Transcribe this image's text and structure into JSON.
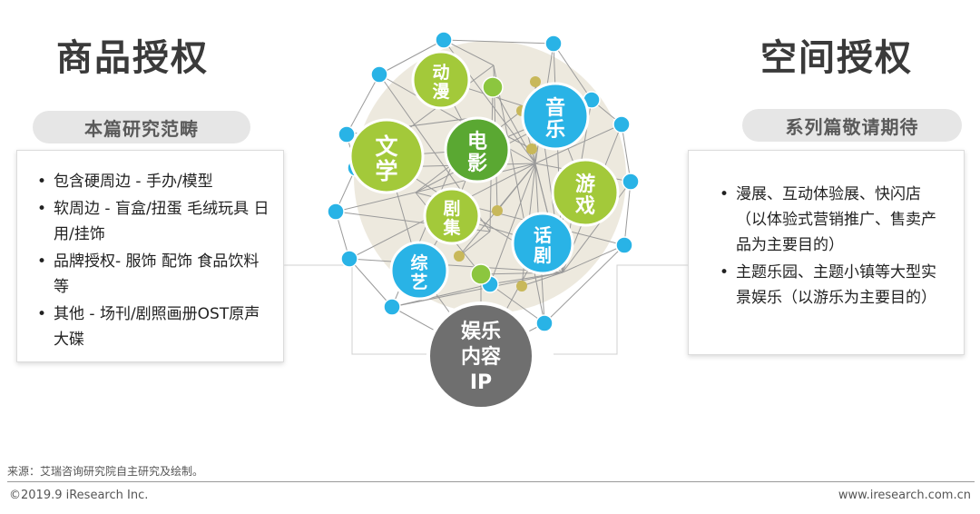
{
  "left": {
    "title": "商品授权",
    "subtitle": "本篇研究范畴",
    "items": [
      "包含硬周边 - 手办/模型",
      "软周边 - 盲盒/扭蛋 毛绒玩具 日用/挂饰",
      "品牌授权- 服饰 配饰 食品饮料等",
      "其他 - 场刊/剧照画册OST原声大碟"
    ]
  },
  "right": {
    "title": "空间授权",
    "subtitle": "系列篇敬请期待",
    "items": [
      "漫展、互动体验展、快闪店（以体验式营销推广、售卖产品为主要目的）",
      "主题乐园、主题小镇等大型实景娱乐（以游乐为主要目的）"
    ]
  },
  "hub": {
    "lines": [
      "娱乐",
      "内容",
      "IP"
    ],
    "color": "#6f6f6f"
  },
  "nodes": [
    {
      "label": [
        "动",
        "漫"
      ],
      "color": "#a3c93a"
    },
    {
      "label": [
        "音",
        "乐"
      ],
      "color": "#29b3e6"
    },
    {
      "label": [
        "文",
        "学"
      ],
      "color": "#a3c93a"
    },
    {
      "label": [
        "电",
        "影"
      ],
      "color": "#5aa832"
    },
    {
      "label": [
        "游",
        "戏"
      ],
      "color": "#a3c93a"
    },
    {
      "label": [
        "剧",
        "集"
      ],
      "color": "#a3c93a"
    },
    {
      "label": [
        "话",
        "剧"
      ],
      "color": "#29b3e6"
    },
    {
      "label": [
        "综",
        "艺"
      ],
      "color": "#29b3e6"
    }
  ],
  "colors": {
    "dot_blue": "#29b3e6",
    "dot_green": "#8cc63f",
    "dot_olive": "#c8b85a",
    "network_bg": "#ebe7da"
  },
  "footer": {
    "source": "来源：艾瑞咨询研究院自主研究及绘制。",
    "copyright": "©2019.9 iResearch Inc.",
    "website": "www.iresearch.com.cn"
  }
}
